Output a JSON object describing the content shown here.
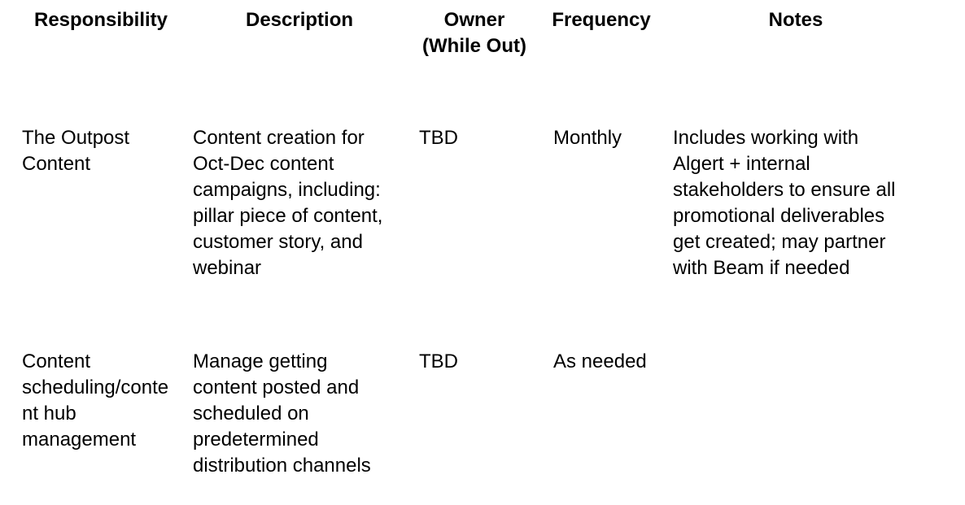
{
  "table": {
    "headers": {
      "responsibility": "Responsibility",
      "description": "Description",
      "owner": "Owner\n(While Out)",
      "frequency": "Frequency",
      "notes": "Notes"
    },
    "rows": [
      {
        "responsibility": "The Outpost\nContent",
        "description": "Content creation for\nOct-Dec content\ncampaigns, including:\npillar piece of content,\ncustomer story, and\nwebinar",
        "owner": "TBD",
        "frequency": "Monthly",
        "notes": "Includes working with\nAlgert + internal\nstakeholders to ensure all\npromotional deliverables\nget created; may partner\nwith Beam if needed"
      },
      {
        "responsibility": "Content\nscheduling/conte\nnt hub\nmanagement",
        "description": "Manage getting\ncontent posted and\nscheduled on\npredetermined\ndistribution channels",
        "owner": "TBD",
        "frequency": "As needed",
        "notes": ""
      }
    ]
  }
}
